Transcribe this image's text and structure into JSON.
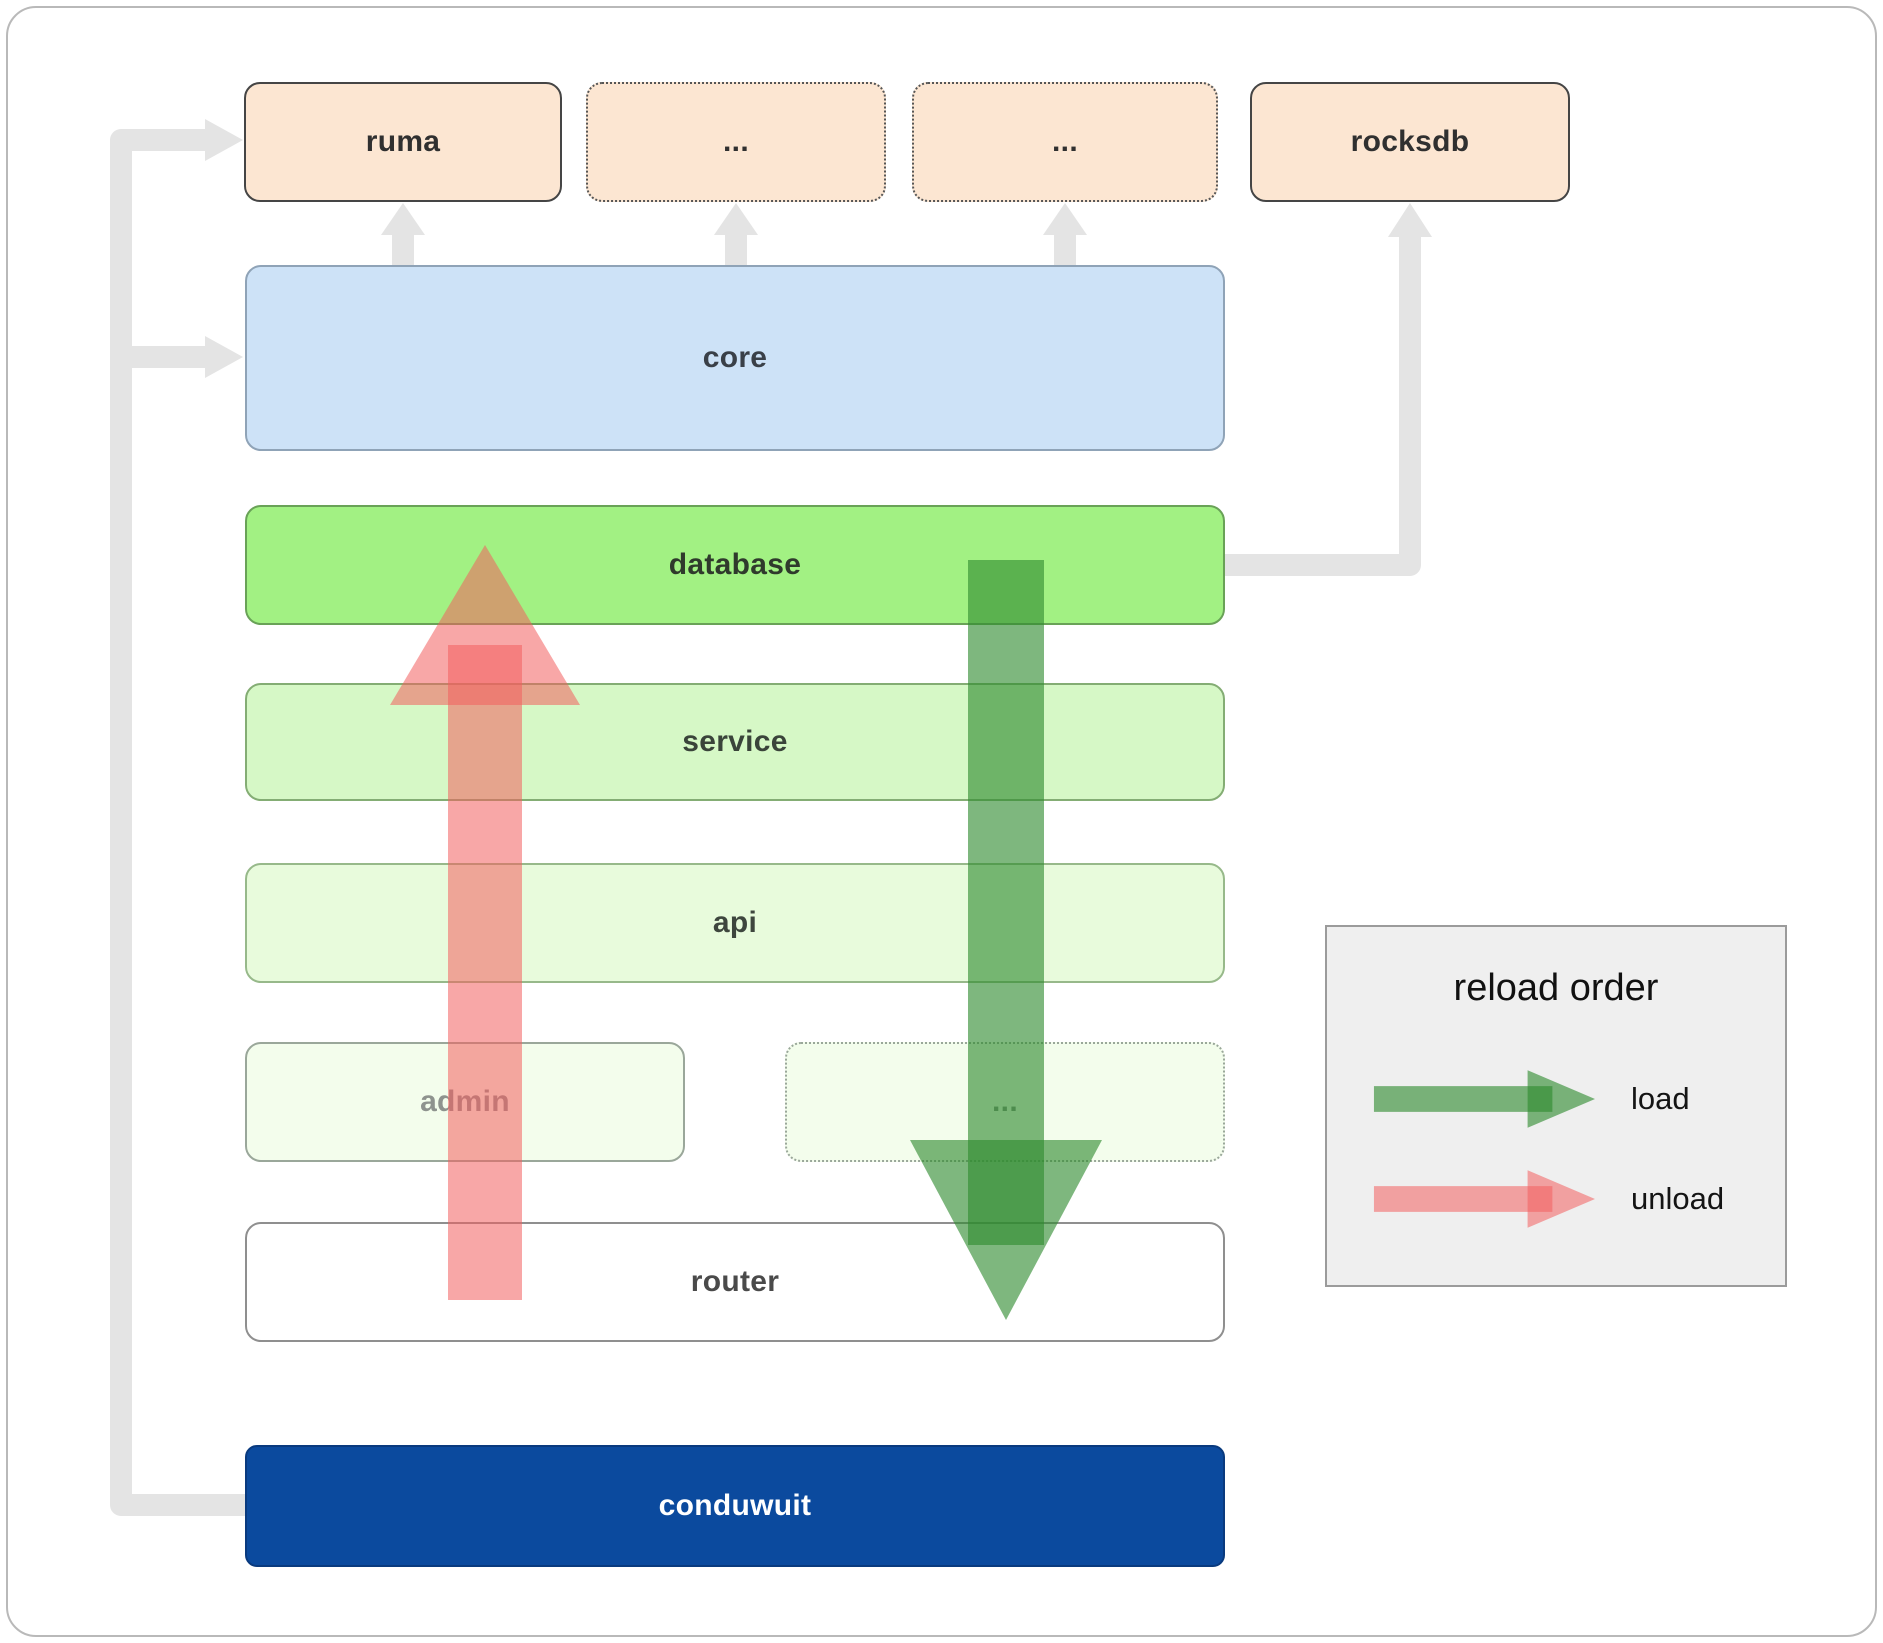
{
  "boxes": {
    "ruma": "ruma",
    "dep1": "...",
    "dep2": "...",
    "rocksdb": "rocksdb",
    "core": "core",
    "database": "database",
    "service": "service",
    "api": "api",
    "admin": "admin",
    "more": "...",
    "router": "router",
    "conduwuit": "conduwuit"
  },
  "legend": {
    "title": "reload order",
    "items": [
      {
        "label": "load",
        "direction": "down"
      },
      {
        "label": "unload",
        "direction": "up"
      }
    ]
  },
  "icons": {
    "load-arrow": "thick-green-down-arrow",
    "unload-arrow": "thick-red-up-arrow",
    "dependency-connectors": "light-gray-elbow-arrows"
  },
  "colors": {
    "peach": "#fce6d2",
    "blue": "#cde2f7",
    "green-bright": "#a2f183",
    "green-light": "#d6f8c6",
    "green-lighter": "#e8fbdc",
    "green-faint": "#f3fdec",
    "navy": "#0b4a9e",
    "load-green": "#2e8b2e",
    "unload-red": "#f25f5f",
    "connector-gray": "#e4e4e4"
  }
}
